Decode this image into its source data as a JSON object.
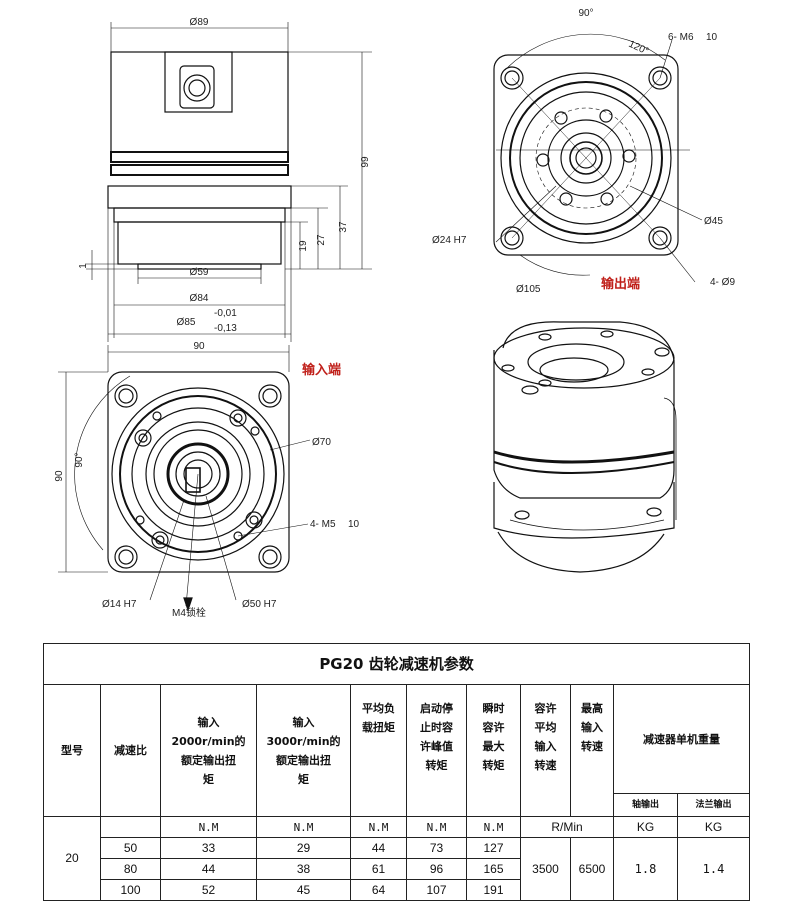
{
  "drawing": {
    "front_view": {
      "top_dia": "Ø89",
      "height_99": "99",
      "height_37": "37",
      "height_27": "27",
      "height_19": "19",
      "step_1": "1",
      "dia_59": "Ø59",
      "dia_84": "Ø84",
      "dia_85": "Ø85",
      "tol_upper": "-0,01",
      "tol_lower": "-0,13"
    },
    "output_view": {
      "angle_90": "90°",
      "angle_120": "120°",
      "thread_note": "6- M6",
      "thread_depth": "10",
      "dia_45": "Ø45",
      "dia_24": "Ø24 H7",
      "dia_105": "Ø105",
      "holes": "4- Ø9",
      "label": "输出端"
    },
    "input_view": {
      "width_90": "90",
      "height_90": "90",
      "angle_90": "90°",
      "dia_70": "Ø70",
      "thread_note": "4- M5",
      "thread_depth": "10",
      "dia_14": "Ø14 H7",
      "dia_50": "Ø50 H7",
      "screw": "M4锁栓",
      "label": "输入端"
    }
  },
  "table": {
    "title": "PG20 齿轮减速机参数",
    "headers": {
      "model": "型号",
      "ratio": "减速比",
      "torque_2000": [
        "输入",
        "2000r/min的",
        "额定输出扭",
        "矩"
      ],
      "torque_3000": [
        "输入",
        "3000r/min的",
        "额定输出扭",
        "矩"
      ],
      "avg_torque": [
        "平均负",
        "载扭矩"
      ],
      "start_stop": [
        "启动停",
        "止时容",
        "许峰值",
        "转矩"
      ],
      "instant_max": [
        "瞬时",
        "容许",
        "最大",
        "转矩"
      ],
      "allow_avg_speed": [
        "容许",
        "平均",
        "输入",
        "转速"
      ],
      "max_speed": [
        "最高",
        "输入",
        "转速"
      ],
      "weight": "减速器单机重量",
      "weight_shaft": "轴输出",
      "weight_flange": "法兰输出"
    },
    "units": [
      "N.M",
      "N.M",
      "N.M",
      "N.M",
      "N.M",
      "R/Min",
      "KG",
      "KG"
    ],
    "model": "20",
    "rows": [
      {
        "ratio": "50",
        "t2000": "33",
        "t3000": "29",
        "avg": "44",
        "peak": "73",
        "max": "127"
      },
      {
        "ratio": "80",
        "t2000": "44",
        "t3000": "38",
        "avg": "61",
        "peak": "96",
        "max": "165"
      },
      {
        "ratio": "100",
        "t2000": "52",
        "t3000": "45",
        "avg": "64",
        "peak": "107",
        "max": "191"
      }
    ],
    "avg_speed": "3500",
    "max_speed": "6500",
    "weight_shaft": "1.8",
    "weight_flange": "1.4"
  }
}
